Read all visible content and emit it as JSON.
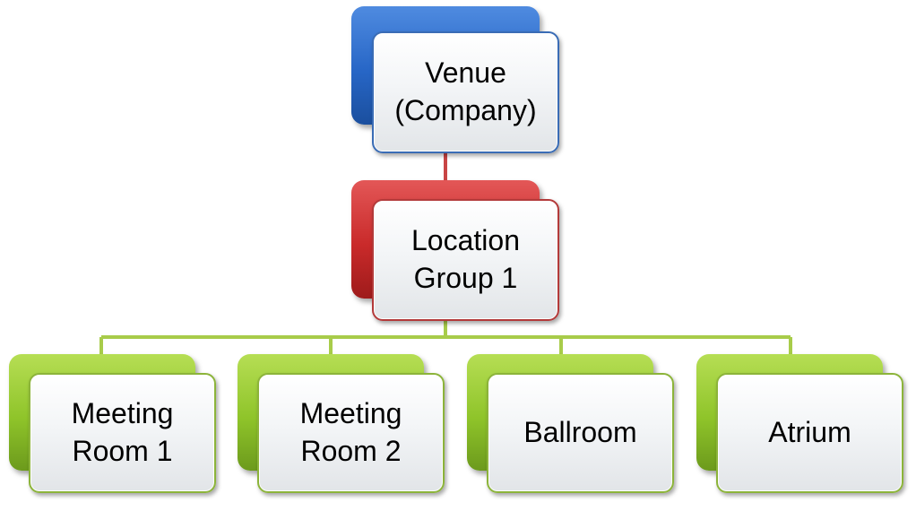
{
  "colors": {
    "venue": "#2766c6",
    "location_group": "#c92a2a",
    "rooms": "#8fc42a",
    "connector_top": "#c94545",
    "connector_bottom": "#a8cc4a"
  },
  "diagram": {
    "venue": {
      "label": "Venue\n(Company)"
    },
    "location_group": {
      "label": "Location\nGroup 1"
    },
    "rooms": [
      {
        "label": "Meeting\nRoom 1"
      },
      {
        "label": "Meeting\nRoom 2"
      },
      {
        "label": "Ballroom"
      },
      {
        "label": "Atrium"
      }
    ]
  }
}
